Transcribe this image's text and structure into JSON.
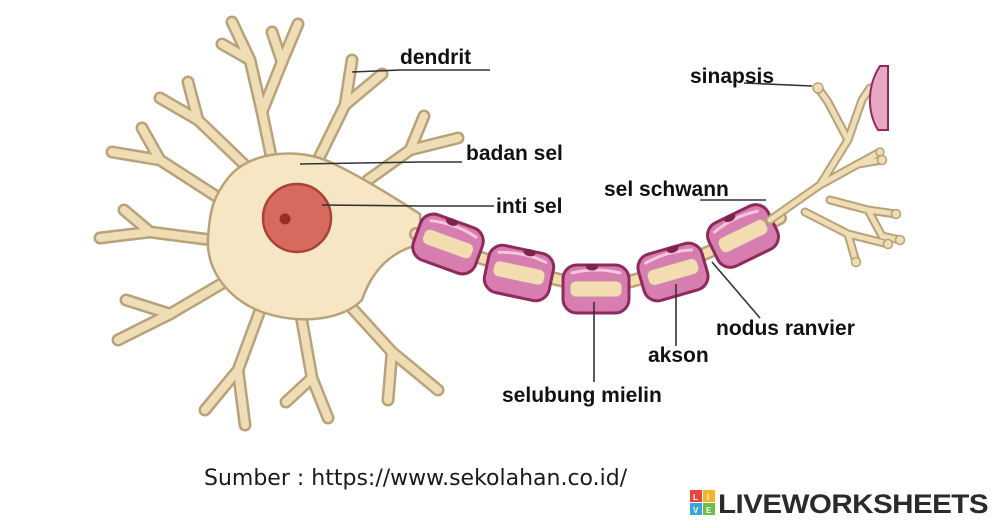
{
  "labels": {
    "dendrit": "dendrit",
    "badan_sel": "badan sel",
    "inti_sel": "inti sel",
    "sel_schwann": "sel schwann",
    "sinapsis": "sinapsis",
    "nodus_ranvier": "nodus ranvier",
    "akson": "akson",
    "selubung_mielin": "selubung mielin"
  },
  "source": "Sumber : https://www.sekolahan.co.id/",
  "brand": {
    "name": "LIVEWORKSHEETS",
    "logo_letters": [
      "L",
      "I",
      "V",
      "E"
    ]
  },
  "colors": {
    "cell_body": "#F6E6C4",
    "cell_outline": "#B9A27A",
    "nucleus": "#D76A5E",
    "nucleolus": "#9E2A24",
    "myelin": "#D77DAF",
    "myelin_outline": "#8E2A5C",
    "axon_core": "#F3DDB0"
  }
}
